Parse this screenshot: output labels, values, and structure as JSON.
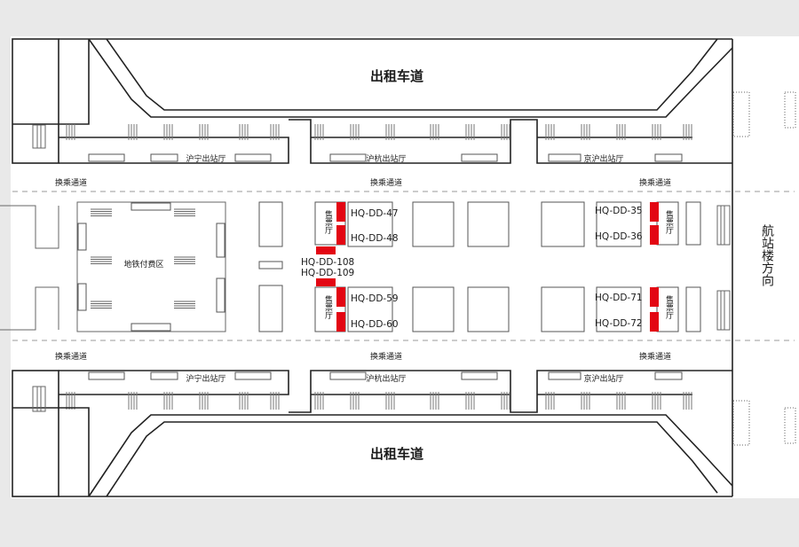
{
  "colors": {
    "background": "#e9e9e9",
    "sheet": "#ffffff",
    "ad_slot": "#e30613",
    "line": "#222222"
  },
  "roads": {
    "top": "出租车道",
    "bottom": "出租车道"
  },
  "exits": {
    "top": [
      "沪宁出站厅",
      "沪杭出站厅",
      "京沪出站厅"
    ],
    "bottom": [
      "沪宁出站厅",
      "沪杭出站厅",
      "京沪出站厅"
    ]
  },
  "transfer_label": "换乘通道",
  "metro_area": "地铁付费区",
  "ticket_hall": "售票厅",
  "direction": "航站楼方向",
  "slots": {
    "s47": "HQ-DD-47",
    "s48": "HQ-DD-48",
    "s108": "HQ-DD-108",
    "s109": "HQ-DD-109",
    "s59": "HQ-DD-59",
    "s60": "HQ-DD-60",
    "s35": "HQ-DD-35",
    "s36": "HQ-DD-36",
    "s71": "HQ-DD-71",
    "s72": "HQ-DD-72"
  }
}
